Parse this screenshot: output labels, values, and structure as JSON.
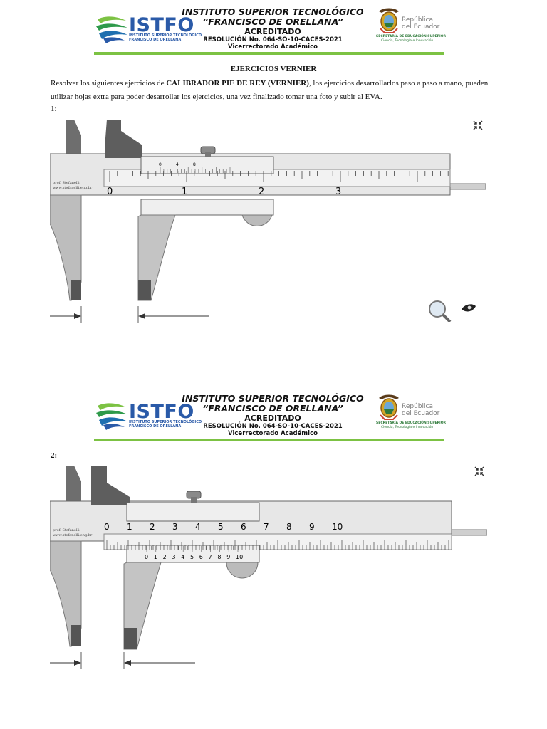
{
  "header": {
    "logo_text": "ISTFO",
    "logo_subtitle_1": "INSTITUTO SUPERIOR TECNOLÓGICO",
    "logo_subtitle_2": "FRANCISCO DE ORELLANA",
    "line1": "INSTITUTO SUPERIOR TECNOLÓGICO",
    "line2": "“FRANCISCO DE ORELLANA”",
    "line3": "ACREDITADO",
    "line4": "RESOLUCIÓN No. 064-SO-10-CACES-2021",
    "line5": "Vicerrectorado Académico",
    "republica_1": "República",
    "republica_2": "del Ecuador",
    "senescyt_1": "SECRETARÍA DE EDUCACIÓN SUPERIOR",
    "senescyt_2": "Ciencia, Tecnología e Innovación"
  },
  "document": {
    "title": "EJERCICIOS VERNIER",
    "instructions_pre": "Resolver los siguientes ejercicios de ",
    "instructions_bold": "CALIBRADOR PIE DE REY (VERNIER)",
    "instructions_post": ", los ejercicios desarrollarlos paso a paso a mano, pueden utilizar hojas extra para poder desarrollar los ejercicios, una vez finalizado tomar una foto y subir al EVA."
  },
  "exercises": [
    {
      "label": "1:",
      "caliper_credit_1": "prof. Stefanelli",
      "caliper_credit_2": "www.stefanelli.eng.br",
      "main_scale_labels": [
        "0",
        "1",
        "2",
        "3"
      ],
      "vernier_labels": [
        "0",
        "4",
        "8"
      ]
    },
    {
      "label": "2:",
      "caliper_credit_1": "prof. Stefanelli",
      "caliper_credit_2": "www.stefanelli.eng.br",
      "main_scale_labels": [
        "0",
        "1",
        "2",
        "3",
        "4",
        "5",
        "6",
        "7",
        "8",
        "9",
        "10"
      ],
      "vernier_labels": [
        "0",
        "1",
        "2",
        "3",
        "4",
        "5",
        "6",
        "7",
        "8",
        "9",
        "10"
      ]
    }
  ]
}
